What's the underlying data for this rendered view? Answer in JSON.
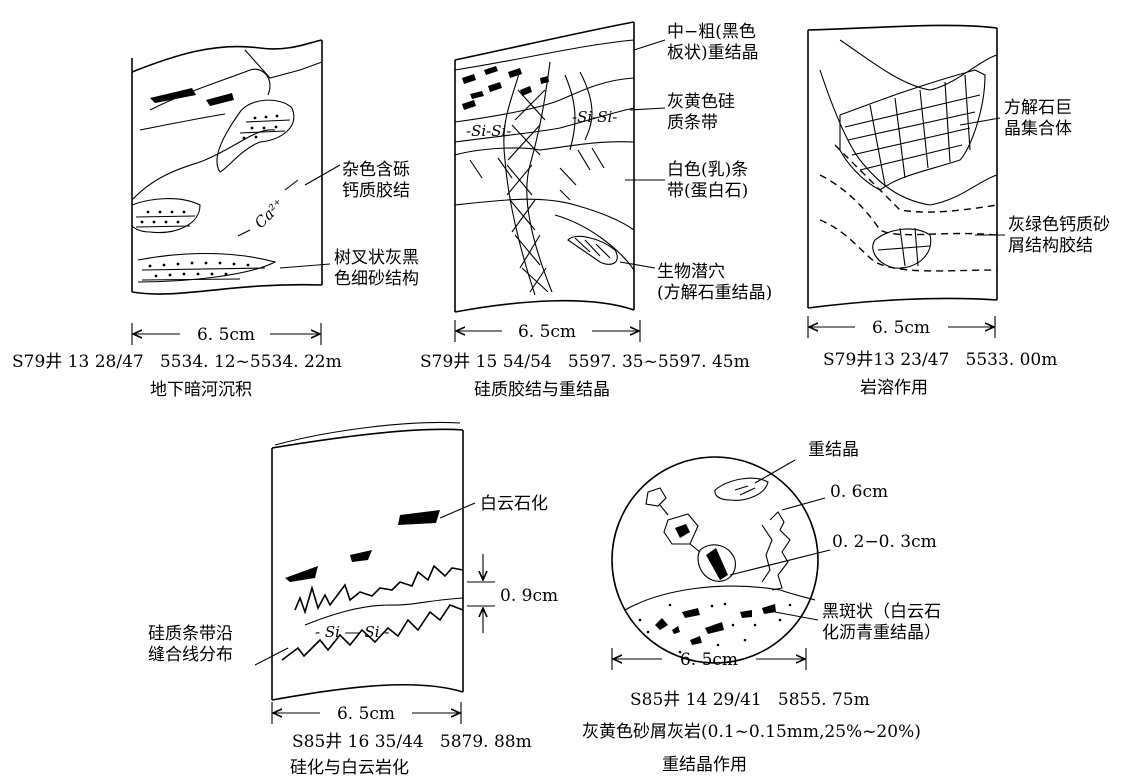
{
  "panels": [
    {
      "id": "p1",
      "labels": {
        "variegated": "杂色含砾\n钙质胶结",
        "dendritic": "树叉状灰黑\n色细砂结构",
        "ion": "Ca²⁺"
      },
      "scale": "6. 5cm",
      "caption_line1": "S79井 13 28/47   5534. 12~5534. 22m",
      "caption_line2": "地下暗河沉积"
    },
    {
      "id": "p2",
      "labels": {
        "recrystal": "中−粗(黑色\n板状)重结晶",
        "band": "灰黄色硅\n质条带",
        "opal": "白色(乳)条\n带(蛋白石)",
        "burrow": "生物潜穴\n(方解石重结晶)",
        "si": "-Si-Si-"
      },
      "scale": "6. 5cm",
      "caption_line1": "S79井 15 54/54   5597. 35~5597. 45m",
      "caption_line2": "硅质胶结与重结晶"
    },
    {
      "id": "p3",
      "labels": {
        "calcite": "方解石巨\n晶集合体",
        "cement": "灰绿色钙质砂\n屑结构胶结"
      },
      "scale": "6. 5cm",
      "caption_line1": "S79井13 23/47   5533. 00m",
      "caption_line2": "岩溶作用"
    },
    {
      "id": "p4",
      "labels": {
        "dolomite": "白云石化",
        "thickness": "0. 9cm",
        "suture": "硅质条带沿\n缝合线分布",
        "si": "- Si — Si -"
      },
      "scale": "6. 5cm",
      "caption_line1": "S85井 16 35/44   5879. 88m",
      "caption_line2": "硅化与白云岩化"
    },
    {
      "id": "p5",
      "labels": {
        "recrystal": "重结晶",
        "size1": "0. 6cm",
        "size2": "0. 2−0. 3cm",
        "spots": "黑斑状（白云石\n化沥青重结晶）"
      },
      "scale": "6. 5cm",
      "caption_line1": "S85井 14 29/41   5855. 75m",
      "caption_line2": "灰黄色砂屑灰岩(0.1~0.15mm,25%~20%)",
      "caption_line3": "重结晶作用"
    }
  ]
}
